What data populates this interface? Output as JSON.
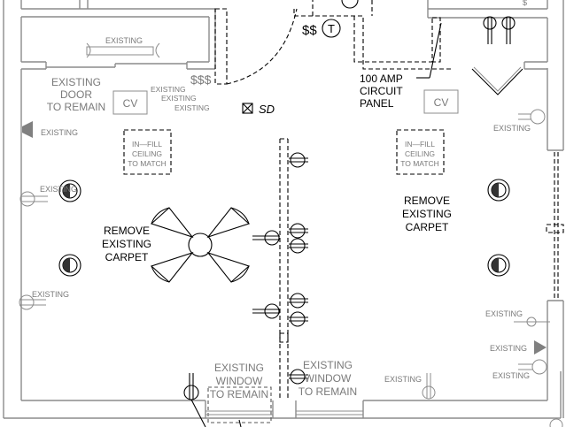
{
  "drawing": {
    "type": "floor-plan",
    "labels": {
      "closet_existing": "EXISTING",
      "door_line1": "EXISTING",
      "door_line2": "DOOR",
      "door_line3": "TO REMAIN",
      "cv_left": "CV",
      "cv_right": "CV",
      "switch_existing_1": "EXISTING",
      "switch_existing_2": "EXISTING",
      "switch_existing_3": "EXISTING",
      "switch_symbol_triple": "$$$",
      "switch_symbol_double": "$$",
      "thermostat": "T",
      "smoke_detector": "SD",
      "panel_line1": "100 AMP",
      "panel_line2": "CIRCUIT",
      "panel_line3": "PANEL",
      "infill_left_1": "IN—FILL",
      "infill_left_2": "CEILING",
      "infill_left_3": "TO MATCH",
      "infill_right_1": "IN—FILL",
      "infill_right_2": "CEILING",
      "infill_right_3": "TO MATCH",
      "carpet_left_1": "REMOVE",
      "carpet_left_2": "EXISTING",
      "carpet_left_3": "CARPET",
      "carpet_right_1": "REMOVE",
      "carpet_right_2": "EXISTING",
      "carpet_right_3": "CARPET",
      "speaker_left": "EXISTING",
      "outlet_left_upper": "EXISTING",
      "outlet_left_lower": "EXISTING",
      "outlet_right_upper": "EXISTING",
      "outlet_right_mid": "EXISTING",
      "speaker_right": "EXISTING",
      "outlet_right_lower": "EXISTING",
      "outlet_bottom": "EXISTING",
      "window_left_1": "EXISTING",
      "window_left_2": "WINDOW",
      "window_left_3": "TO REMAIN",
      "window_right_1": "EXISTING",
      "window_right_2": "WINDOW",
      "window_right_3": "TO REMAIN",
      "top_right_switch": "$"
    },
    "symbols": {
      "ceiling_fan": "ceiling-fan",
      "recessed_lights": 4,
      "duplex_outlets_new": 7
    }
  }
}
